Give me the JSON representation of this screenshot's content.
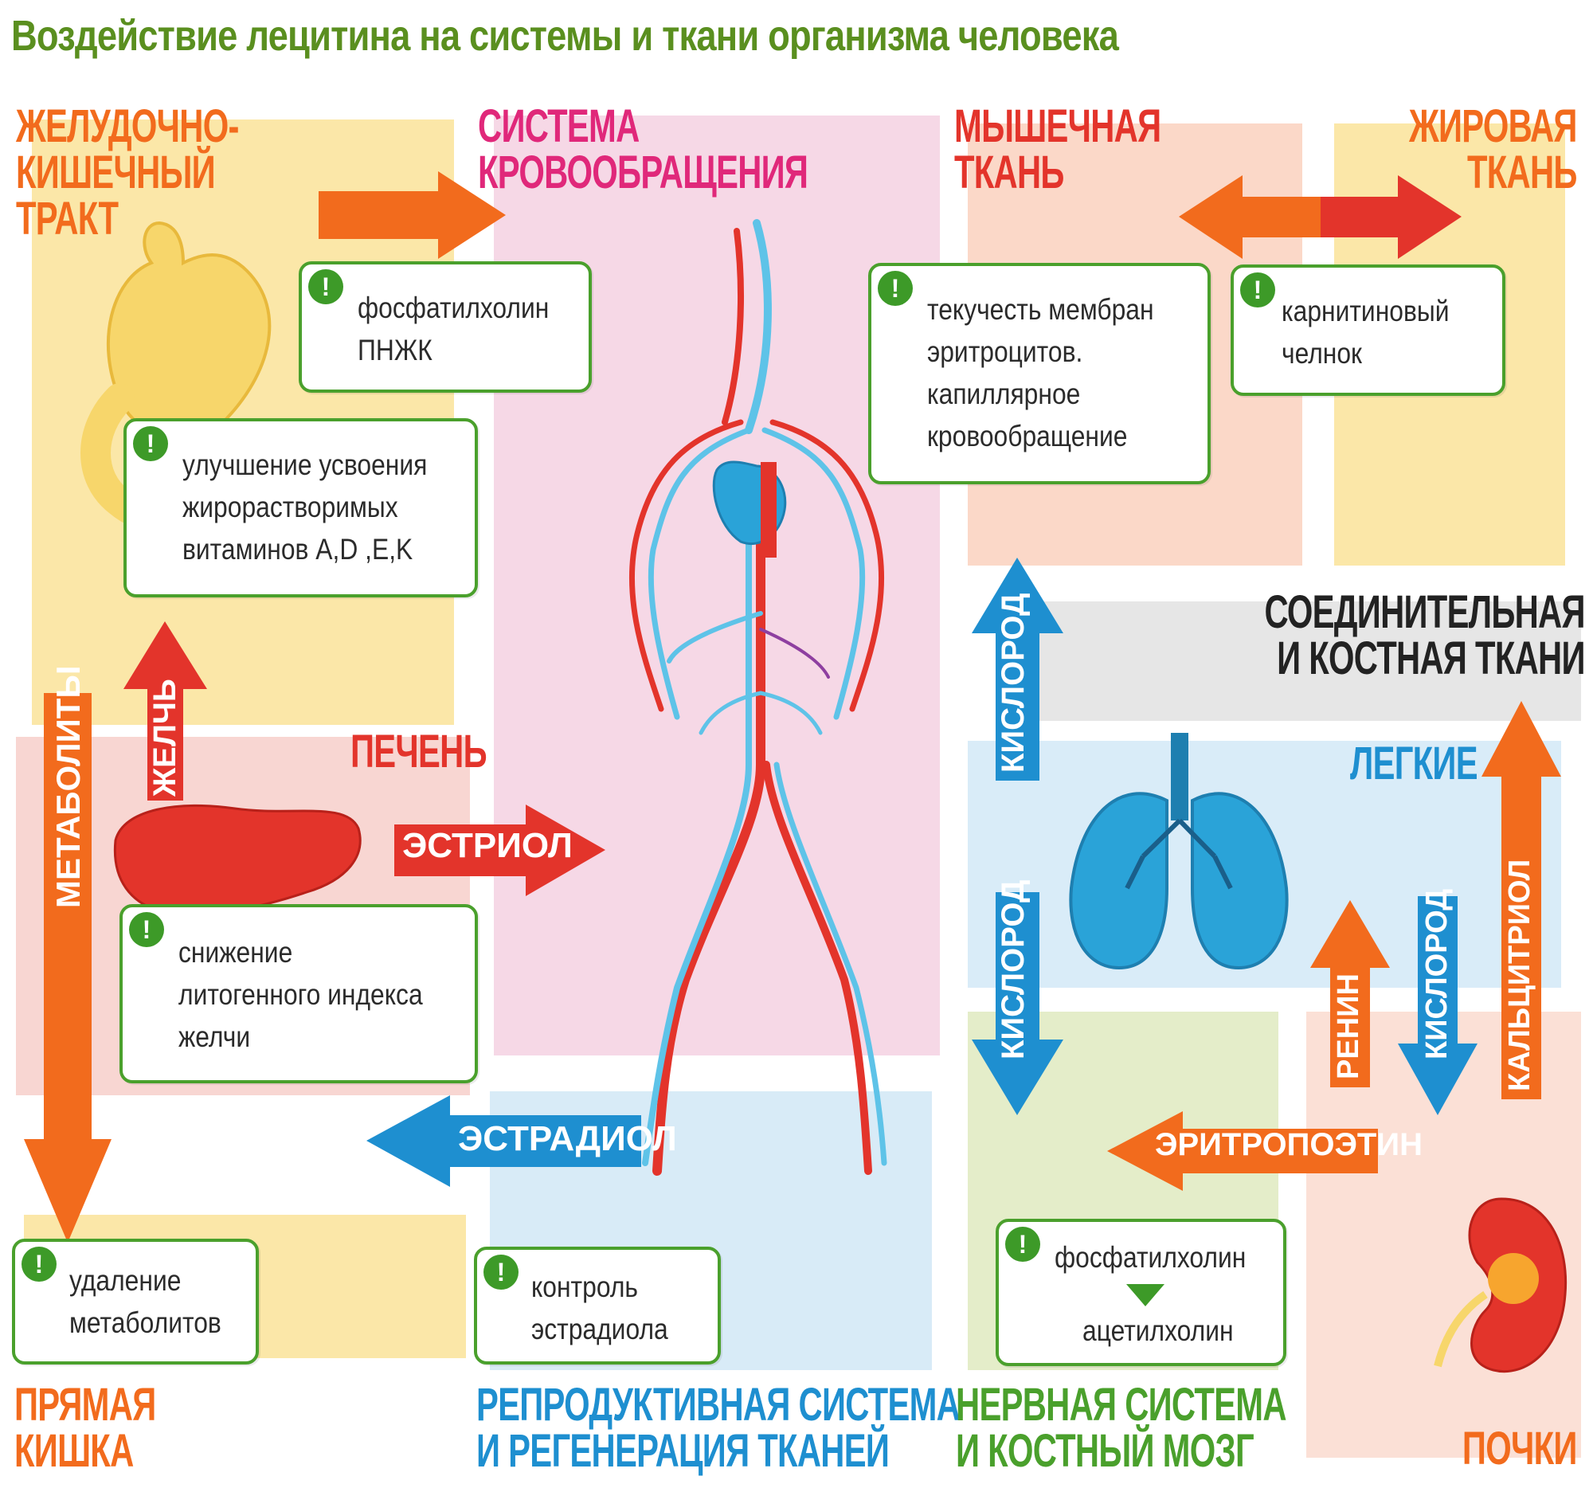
{
  "title": "Воздействие лецитина на системы и ткани организма человека",
  "colors": {
    "title": "#5a8f1f",
    "orange": "#f26b1d",
    "red": "#e3342b",
    "blue": "#1e8fd0",
    "pink": "#e0287a",
    "card_border": "#4aa02c",
    "dark": "#222222"
  },
  "headings": {
    "gi": [
      "ЖЕЛУДОЧНО-",
      "КИШЕЧНЫЙ",
      "ТРАКТ"
    ],
    "circulatory": [
      "СИСТЕМА",
      "КРОВООБРАЩЕНИЯ"
    ],
    "muscle": [
      "МЫШЕЧНАЯ",
      "ТКАНЬ"
    ],
    "fat": [
      "ЖИРОВАЯ",
      "ТКАНЬ"
    ],
    "connective": [
      "СОЕДИНИТЕЛЬНАЯ",
      "И КОСТНАЯ ТКАНИ"
    ],
    "liver": "ПЕЧЕНЬ",
    "lungs": "ЛЕГКИЕ",
    "rectum": [
      "ПРЯМАЯ",
      "КИШКА"
    ],
    "reproductive": [
      "РЕПРОДУКТИВНАЯ СИСТЕМА",
      "И РЕГЕНЕРАЦИЯ ТКАНЕЙ"
    ],
    "nervous": [
      "НЕРВНАЯ СИСТЕМА",
      "И КОСТНЫЙ МОЗГ"
    ],
    "kidneys": "ПОЧКИ"
  },
  "cards": {
    "phosphatidylcholine_pufa": [
      "фосфатилхолин",
      "ПНЖК"
    ],
    "vitamins": [
      "улучшение усвоения",
      "жирорастворимых",
      "витаминов A,D ,E,K"
    ],
    "membranes": [
      "текучесть мембран",
      "эритроцитов.",
      "капиллярное",
      "кровообращение"
    ],
    "carnitine": [
      "карнитиновый",
      "челнок"
    ],
    "bile_index": [
      "снижение",
      "литогенного индекса",
      "желчи"
    ],
    "metabolite_removal": [
      "удаление",
      "метаболитов"
    ],
    "estradiol_control": [
      "контроль",
      "эстрадиола"
    ],
    "acetylcholine": [
      "фосфатилхолин",
      "ацетилхолин"
    ],
    "badge_symbol": "!"
  },
  "arrows": {
    "metabolites": "МЕТАБОЛИТЫ",
    "bile": "ЖЕЛЧЬ",
    "estriol": "ЭСТРИОЛ",
    "estradiol": "ЭСТРАДИОЛ",
    "oxygen_up": "КИСЛОРОД",
    "oxygen_down": "КИСЛОРОД",
    "oxygen_kidney": "КИСЛОРОД",
    "erythropoietin": "ЭРИТРОПОЭТИН",
    "renin": "РЕНИН",
    "calcitriol": "КАЛЬЦИТРИОЛ"
  }
}
